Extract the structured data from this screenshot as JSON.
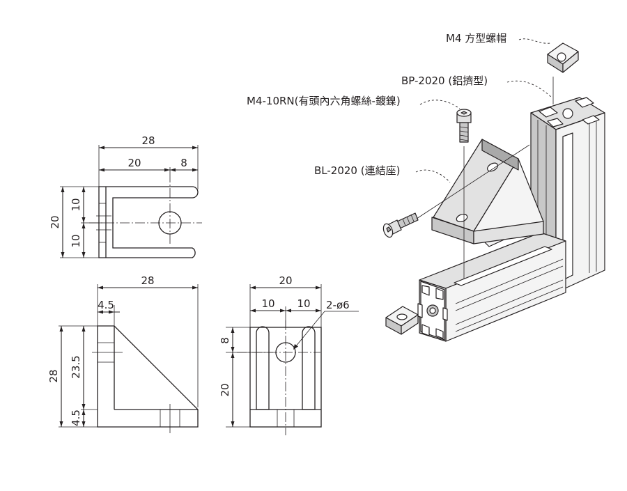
{
  "drawing": {
    "top_view": {
      "width_total": "28",
      "width_left": "20",
      "width_right": "8",
      "height_total": "20",
      "height_top": "10",
      "height_bottom": "10"
    },
    "side_view": {
      "width_total": "28",
      "flange": "4.5",
      "height_total": "28",
      "height_upper": "23.5",
      "height_lower": "4.5"
    },
    "front_view": {
      "width_total": "20",
      "width_left": "10",
      "width_right": "10",
      "hole_callout": "2-ø6",
      "height_upper": "8",
      "height_lower": "20"
    }
  },
  "parts": {
    "nut": "M4 方型螺帽",
    "plate": "BP-2020 (鋁擠型)",
    "bolt": "M4-10RN(有頭內六角螺絲-鍍鎳)",
    "bracket": "BL-2020 (連結座)"
  }
}
